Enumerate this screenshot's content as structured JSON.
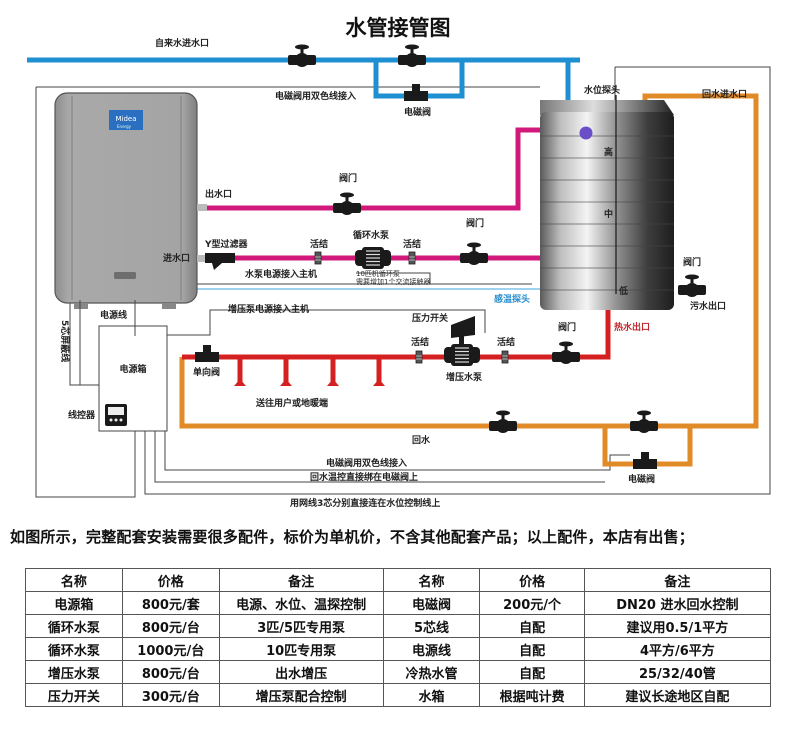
{
  "diagram": {
    "title": "水管接管图",
    "labels": {
      "tap_water_inlet": "自来水进水口",
      "solenoid_wire_top": "电磁阀用双色线接入",
      "solenoid_valve": "电磁阀",
      "water_level_probe": "水位探头",
      "return_inlet": "回水进水口",
      "level_high": "高",
      "level_mid": "中",
      "level_low": "低",
      "outlet": "出水口",
      "valve": "阀门",
      "y_filter": "Y型过滤器",
      "inlet": "进水口",
      "union": "活结",
      "circulation_pump": "循环水泵",
      "pump_power_to_host": "水泵电源接入主机",
      "pump_note_1": "10匹机循环泵",
      "pump_note_2": "需要增加1个交流接触器",
      "temp_probe": "感温探头",
      "drain_outlet": "污水出口",
      "hot_water_outlet": "热水出口",
      "power_cable": "电源线",
      "booster_power_to_host": "增压泵电源接入主机",
      "pressure_switch": "压力开关",
      "booster_pump": "增压水泵",
      "power_box": "电源箱",
      "five_core_shielded": "5芯屏蔽线",
      "check_valve": "单向阀",
      "to_users": "送往用户或地暖端",
      "wire_controller": "线控器",
      "return_water": "回水",
      "solenoid_wire_bottom": "电磁阀用双色线接入",
      "return_temp_control": "回水温控直接绑在电磁阀上",
      "three_core_note": "用网线3芯分别直接连在水位控制线上"
    },
    "brand": {
      "name": "Midea",
      "sub": "Energy"
    },
    "colors": {
      "cold": "#1e8fd0",
      "hot_pink": "#d0197a",
      "hot_red": "#d42020",
      "return_orange": "#e08a28",
      "wire": "#333333",
      "valve": "#1a1a1a",
      "probe": "#6b4fc9",
      "temp_probe_text": "#2a8fd0",
      "hot_outlet_text": "#c0272d"
    }
  },
  "note": "如图所示，完整配套安装需要很多配件，标价为单机价，不含其他配套产品；以上配件，本店有出售；",
  "table": {
    "headers": [
      "名称",
      "价格",
      "备注",
      "名称",
      "价格",
      "备注"
    ],
    "rows": [
      [
        "电源箱",
        "800元/套",
        "电源、水位、温探控制",
        "电磁阀",
        "200元/个",
        "DN20 进水回水控制"
      ],
      [
        "循环水泵",
        "800元/台",
        "3匹/5匹专用泵",
        "5芯线",
        "自配",
        "建议用0.5/1平方"
      ],
      [
        "循环水泵",
        "1000元/台",
        "10匹专用泵",
        "电源线",
        "自配",
        "4平方/6平方"
      ],
      [
        "增压水泵",
        "800元/台",
        "出水增压",
        "冷热水管",
        "自配",
        "25/32/40管"
      ],
      [
        "压力开关",
        "300元/台",
        "增压泵配合控制",
        "水箱",
        "根据吨计费",
        "建议长途地区自配"
      ]
    ]
  }
}
